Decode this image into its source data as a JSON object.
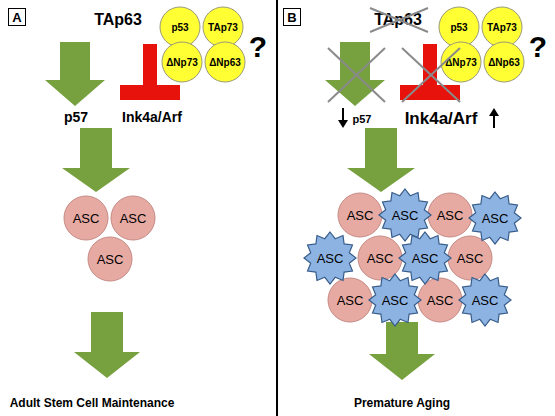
{
  "diagram": {
    "nodes": [
      {
        "text": [
          "A"
        ]
      },
      {
        "text": [
          "p53"
        ]
      },
      {
        "text": [
          "TAp73"
        ]
      },
      {
        "text": [
          "ΔNp73"
        ]
      },
      {
        "text": [
          "ΔNp63"
        ]
      },
      {
        "text": [
          "ASC"
        ]
      },
      {
        "text": [
          "ASC"
        ]
      },
      {
        "text": [
          "ASC"
        ]
      },
      {
        "text": [
          "B"
        ]
      },
      {
        "text": [
          "p53"
        ]
      },
      {
        "text": [
          "TAp73"
        ]
      },
      {
        "text": [
          "ΔNp73"
        ]
      },
      {
        "text": [
          "ΔNp63"
        ]
      },
      {
        "text": [
          "ASC"
        ]
      },
      {
        "text": [
          "ASC"
        ]
      },
      {
        "text": [
          "ASC"
        ]
      },
      {
        "text": [
          "ASC"
        ]
      },
      {
        "text": [
          "ASC"
        ]
      },
      {
        "text": [
          "ASC"
        ]
      },
      {
        "text": [
          "ASC"
        ]
      },
      {
        "text": [
          "ASC"
        ]
      },
      {
        "text": [
          "ASC"
        ]
      },
      {
        "text": [
          "ASC"
        ]
      },
      {
        "text": [
          "ASC"
        ]
      },
      {
        "text": [
          "ASC"
        ]
      }
    ],
    "labels": [
      "TAp63",
      "?",
      "p57",
      "Ink4a/Arf",
      "Adult Stem Cell Maintenance",
      "TAp63",
      "?",
      "p57",
      "Ink4a/Arf",
      "Premature Aging"
    ]
  }
}
